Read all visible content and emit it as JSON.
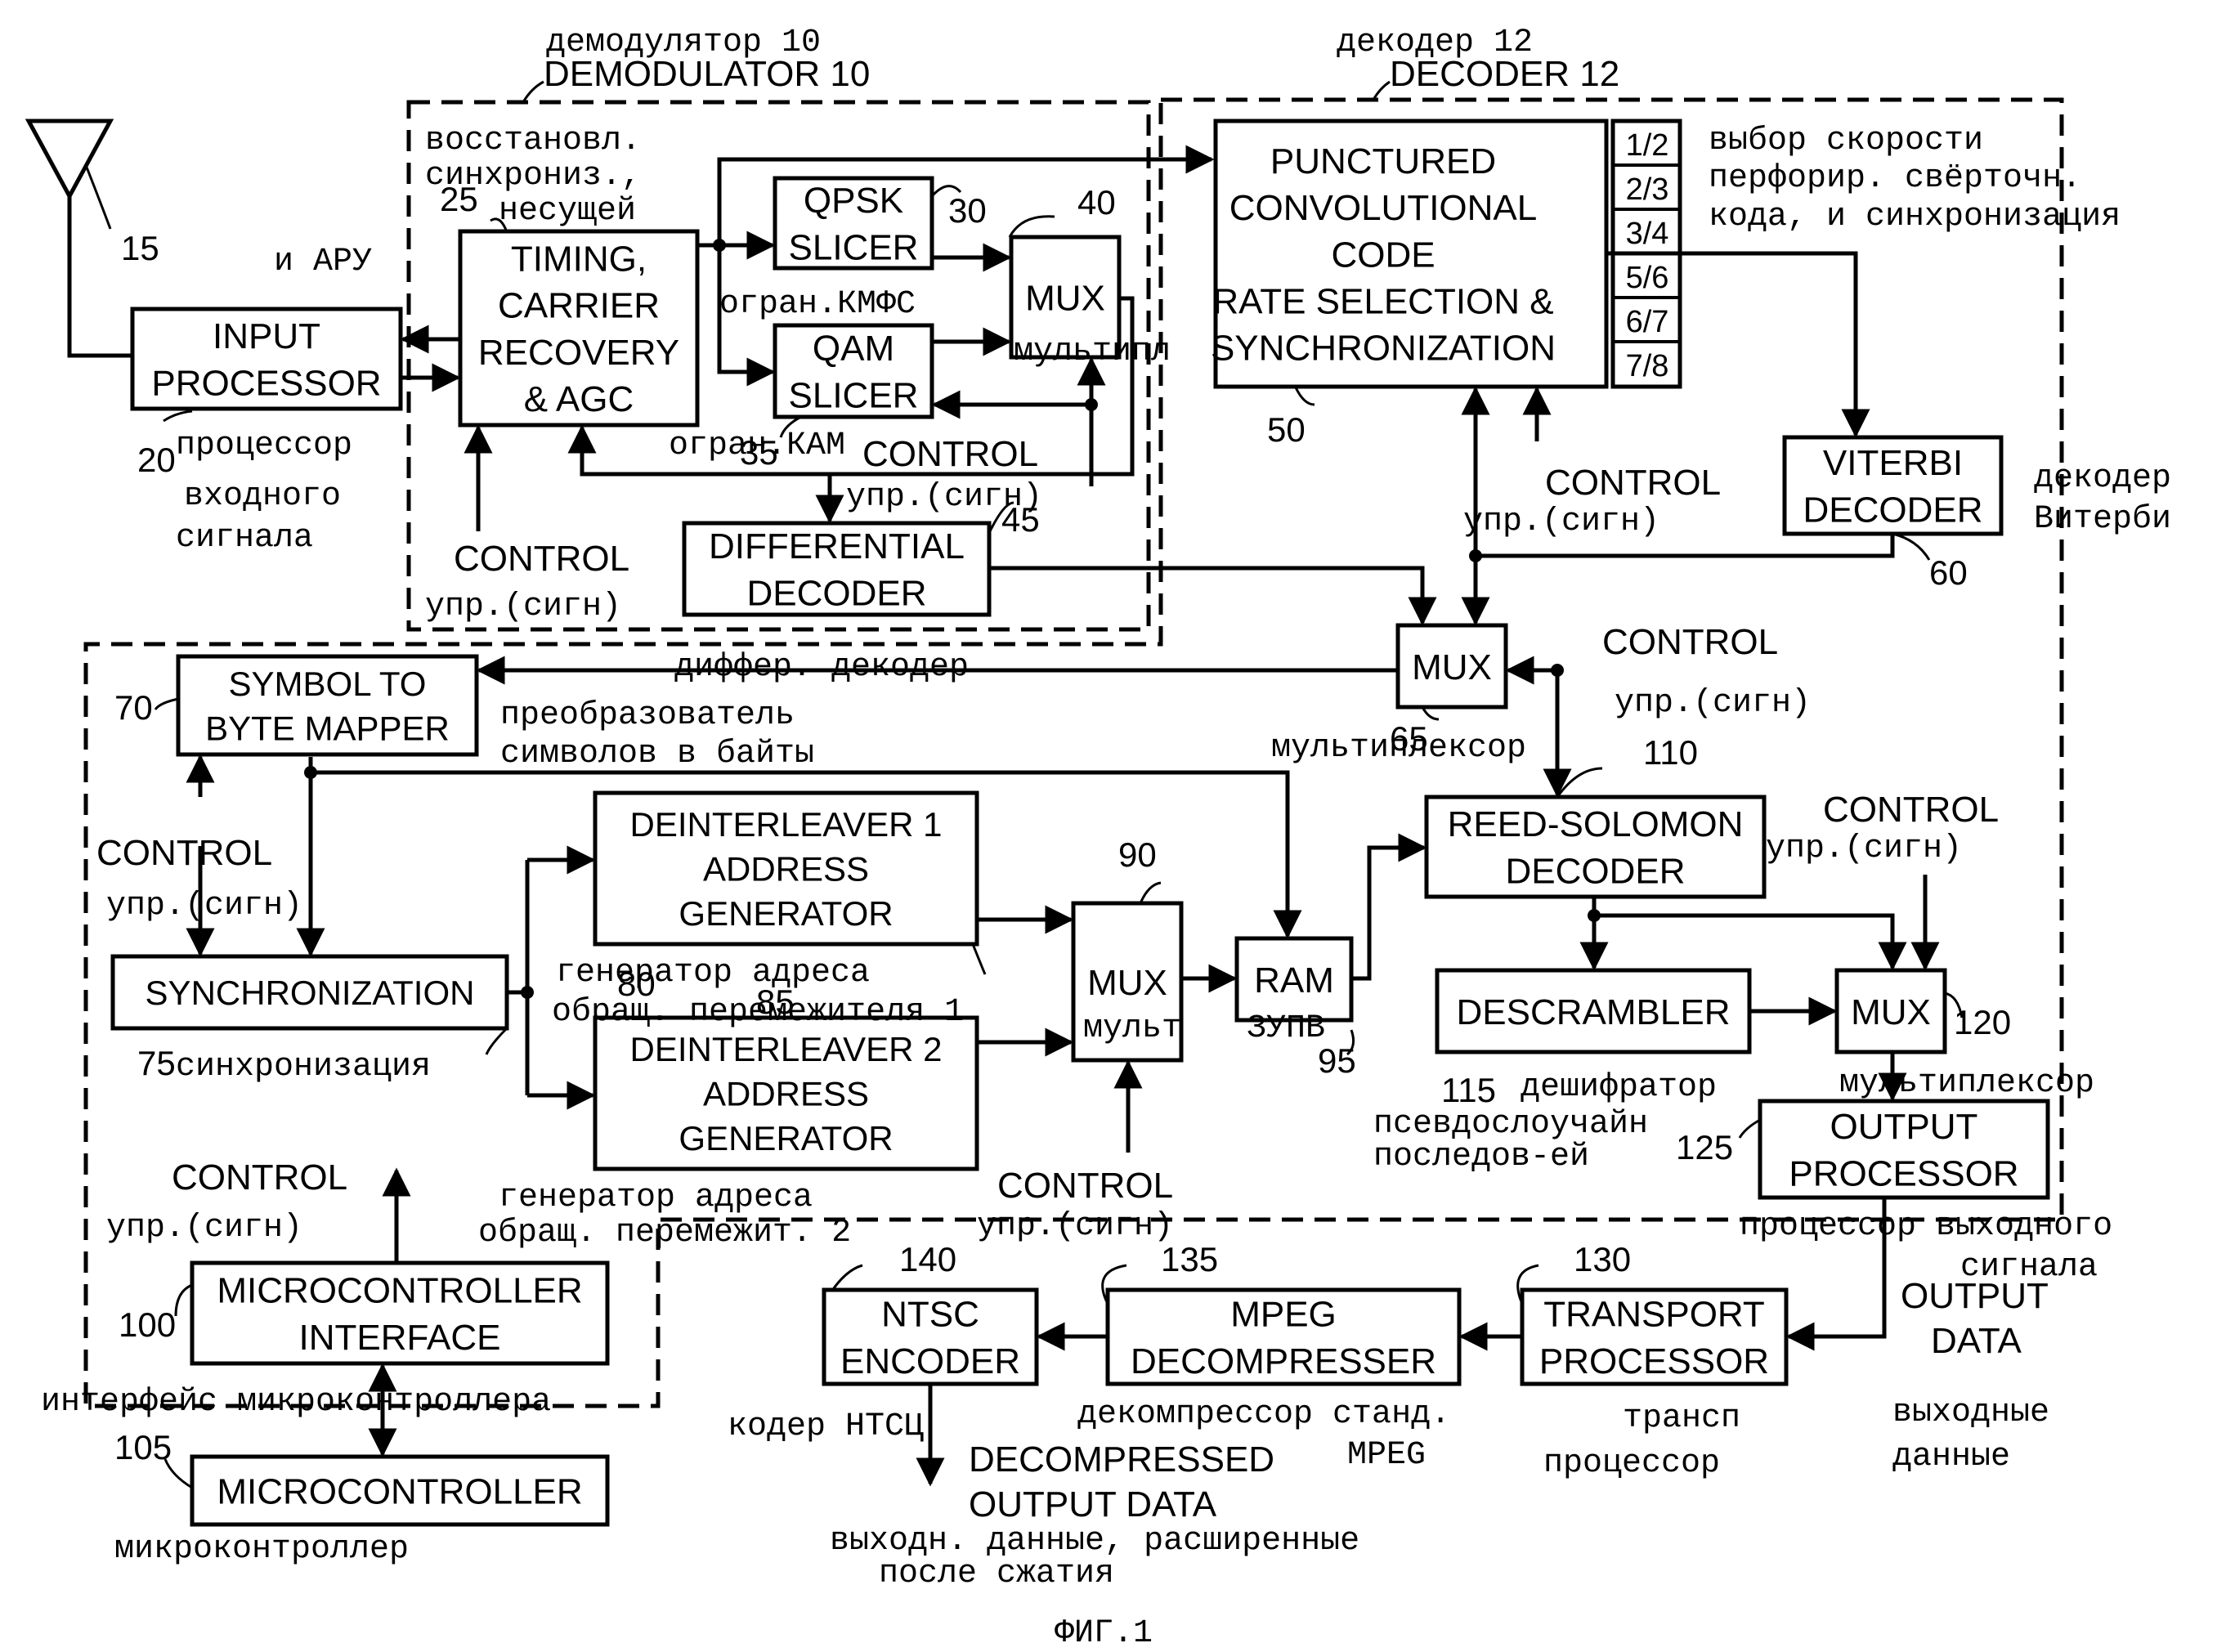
{
  "frame": {
    "demodulator": {
      "ru": "демодулятор 10",
      "en": "DEMODULATOR 10"
    },
    "decoder": {
      "ru": "декодер 12",
      "en": "DECODER 12"
    }
  },
  "blocks": {
    "input_processor": {
      "lines": [
        "INPUT",
        "PROCESSOR"
      ],
      "num": "20",
      "ru": [
        "процессор",
        "входного",
        "сигнала"
      ]
    },
    "timing": {
      "lines": [
        "TIMING,",
        "CARRIER",
        "RECOVERY",
        "& AGC"
      ],
      "num": "25",
      "ru": [
        "восстановл.",
        "синхрониз.,",
        "несущей",
        "и АРУ"
      ]
    },
    "qpsk": {
      "lines": [
        "QPSK",
        "SLICER"
      ],
      "num": "30",
      "ru": "огран.КМФС"
    },
    "qam": {
      "lines": [
        "QAM",
        "SLICER"
      ],
      "num": "35",
      "ru": "огран.КАМ"
    },
    "mux40": {
      "lines": [
        "MUX"
      ],
      "num": "40",
      "ru": "мультипл"
    },
    "diff_decoder": {
      "lines": [
        "DIFFERENTIAL",
        "DECODER"
      ],
      "num": "45",
      "ru": "диффер. декодер"
    },
    "punctured": {
      "lines": [
        "PUNCTURED",
        "CONVOLUTIONAL",
        "CODE",
        "RATE SELECTION &",
        "SYNCHRONIZATION"
      ],
      "num": "50",
      "rates": [
        "1/2",
        "2/3",
        "3/4",
        "5/6",
        "6/7",
        "7/8"
      ],
      "ru": [
        "выбор скорости",
        "перфорир. свёрточн.",
        "кода, и синхронизация"
      ]
    },
    "viterbi": {
      "lines": [
        "VITERBI",
        "DECODER"
      ],
      "num": "60",
      "ru": [
        "декодер",
        "Витерби"
      ]
    },
    "mux65": {
      "lines": [
        "MUX"
      ],
      "num": "65",
      "ru": "мультиплексор"
    },
    "symbol_mapper": {
      "lines": [
        "SYMBOL TO",
        "BYTE MAPPER"
      ],
      "num": "70",
      "ru": [
        "преобразователь",
        "символов в байты"
      ]
    },
    "sync": {
      "lines": [
        "SYNCHRONIZATION"
      ],
      "num": "75",
      "ru": "синхронизация"
    },
    "deint1": {
      "lines": [
        "DEINTERLEAVER 1",
        "ADDRESS",
        "GENERATOR"
      ],
      "num": "80",
      "ru": [
        "генератор адреса",
        "обращ. перемежителя 1"
      ]
    },
    "deint2": {
      "lines": [
        "DEINTERLEAVER 2",
        "ADDRESS",
        "GENERATOR"
      ],
      "num": "85",
      "ru": [
        "генератор адреса",
        "обращ. перемежит. 2"
      ]
    },
    "mux90": {
      "lines": [
        "MUX"
      ],
      "num": "90",
      "ru": "мульт"
    },
    "ram": {
      "lines": [
        "RAM"
      ],
      "num": "95",
      "ru": "ЗУПВ"
    },
    "mcu_interface": {
      "lines": [
        "MICROCONTROLLER",
        "INTERFACE"
      ],
      "num": "100",
      "ru": "интерфейс микроконтроллера"
    },
    "mcu": {
      "lines": [
        "MICROCONTROLLER"
      ],
      "num": "105",
      "ru": "микроконтроллер"
    },
    "reed_solomon": {
      "lines": [
        "REED-SOLOMON",
        "DECODER"
      ],
      "num": "110"
    },
    "descrambler": {
      "lines": [
        "DESCRAMBLER"
      ],
      "num": "115",
      "ru": [
        "дешифратор",
        "псевдослоучайн",
        "последов-ей"
      ]
    },
    "mux120": {
      "lines": [
        "MUX"
      ],
      "num": "120",
      "ru": "мультиплексор"
    },
    "output_processor": {
      "lines": [
        "OUTPUT",
        "PROCESSOR"
      ],
      "num": "125",
      "ru": [
        "процессор выходного",
        "сигнала"
      ]
    },
    "transport": {
      "lines": [
        "TRANSPORT",
        "PROCESSOR"
      ],
      "num": "130",
      "ru": [
        "трансп",
        "процессор"
      ]
    },
    "mpeg": {
      "lines": [
        "MPEG",
        "DECOMPRESSER"
      ],
      "num": "135",
      "ru": [
        "декомпрессор станд.",
        "MPEG"
      ]
    },
    "ntsc": {
      "lines": [
        "NTSC",
        "ENCODER"
      ],
      "num": "140",
      "ru": "кодер НТСЦ"
    }
  },
  "antenna_num": "15",
  "control": {
    "en": "CONTROL",
    "ru": "упр.(сигн)"
  },
  "output_data": {
    "en": [
      "OUTPUT",
      "DATA"
    ],
    "ru": [
      "выходные",
      "данные"
    ]
  },
  "decompressed": {
    "en": [
      "DECOMPRESSED",
      "OUTPUT DATA"
    ],
    "ru": [
      "выходн. данные, расширенные",
      "после сжатия"
    ]
  },
  "fig": "ФИГ.1"
}
